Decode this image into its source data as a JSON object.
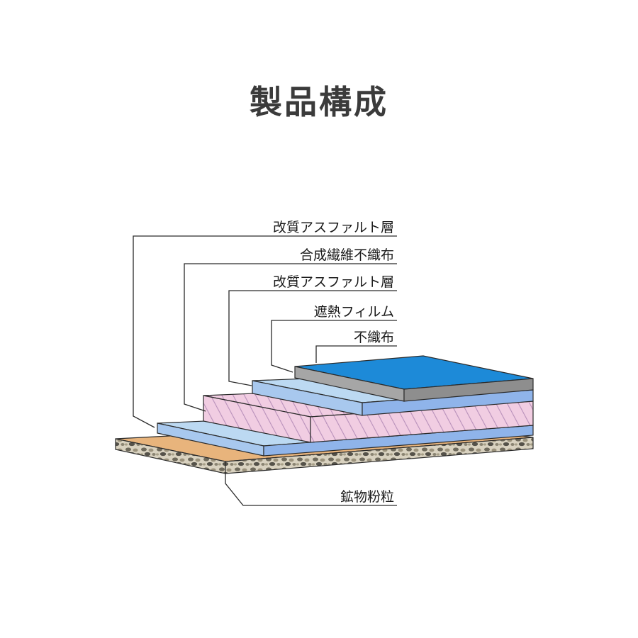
{
  "title": "製品構成",
  "labels": {
    "top_asphalt": "改質アスファルト層",
    "synthetic_nonwoven": "合成繊維不織布",
    "mid_asphalt": "改質アスファルト層",
    "heat_film": "遮熱フィルム",
    "nonwoven": "不織布",
    "mineral": "鉱物粉粒"
  },
  "colors": {
    "nonwoven_top": "#1d8ad8",
    "nonwoven_edge": "#9a9a9a",
    "asphalt_top": "#bcd9f2",
    "asphalt_side": "#8fb4ea",
    "fiber_fill": "#f1cde2",
    "fiber_hatch": "#b890ba",
    "mineral_top": "#e8b47c",
    "gravel": "#7a7466",
    "line": "#2a2a2a"
  }
}
